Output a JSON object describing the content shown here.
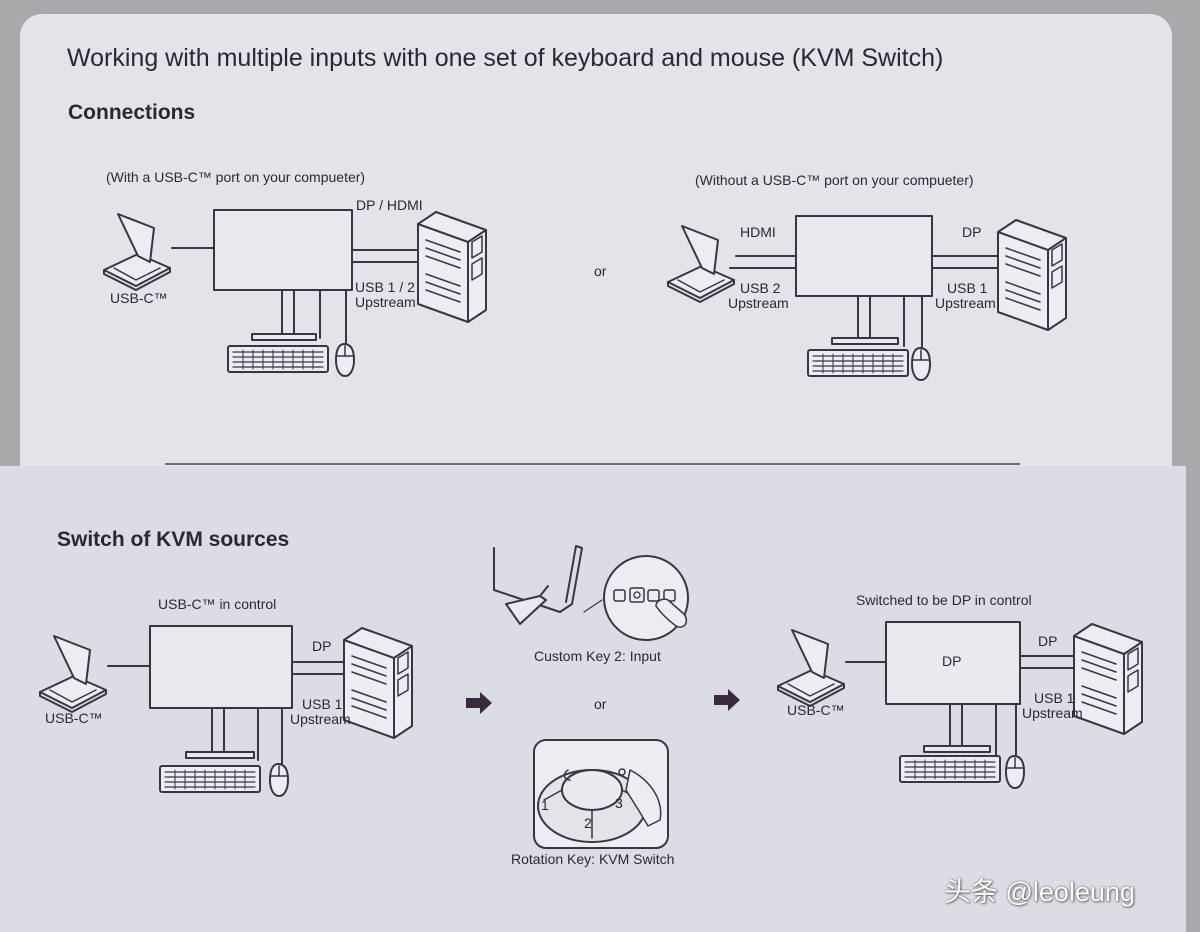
{
  "document": {
    "title": "Working with multiple inputs with one set of keyboard and mouse (KVM Switch)",
    "connections": {
      "heading": "Connections",
      "left_caption": "(With a USB-C™ port on your compueter)",
      "right_caption": "(Without a USB-C™ port on your compueter)",
      "or_label": "or",
      "left": {
        "video_label": "DP / HDMI",
        "usb_label_line1": "USB 1 / 2",
        "usb_label_line2": "Upstream",
        "laptop_label": "USB-C™"
      },
      "right": {
        "hdmi_label": "HDMI",
        "dp_label": "DP",
        "usb2_line1": "USB 2",
        "usb2_line2": "Upstream",
        "usb1_line1": "USB 1",
        "usb1_line2": "Upstream"
      }
    },
    "switch": {
      "heading": "Switch of KVM sources",
      "left_caption": "USB-C™ in control",
      "left_dp": "DP",
      "left_usb_line1": "USB 1",
      "left_usb_line2": "Upstream",
      "left_laptop": "USB-C™",
      "custom_key_caption": "Custom Key 2: Input",
      "or_label": "or",
      "rotation_caption": "Rotation Key: KVM Switch",
      "dial_numbers": [
        "1",
        "2",
        "3"
      ],
      "right_caption": "Switched to be DP in control",
      "screen_label": "DP",
      "right_dp": "DP",
      "right_usb_line1": "USB 1",
      "right_usb_line2": "Upstream",
      "right_laptop": "USB-C™"
    }
  },
  "watermark": "头条 @leoleung"
}
